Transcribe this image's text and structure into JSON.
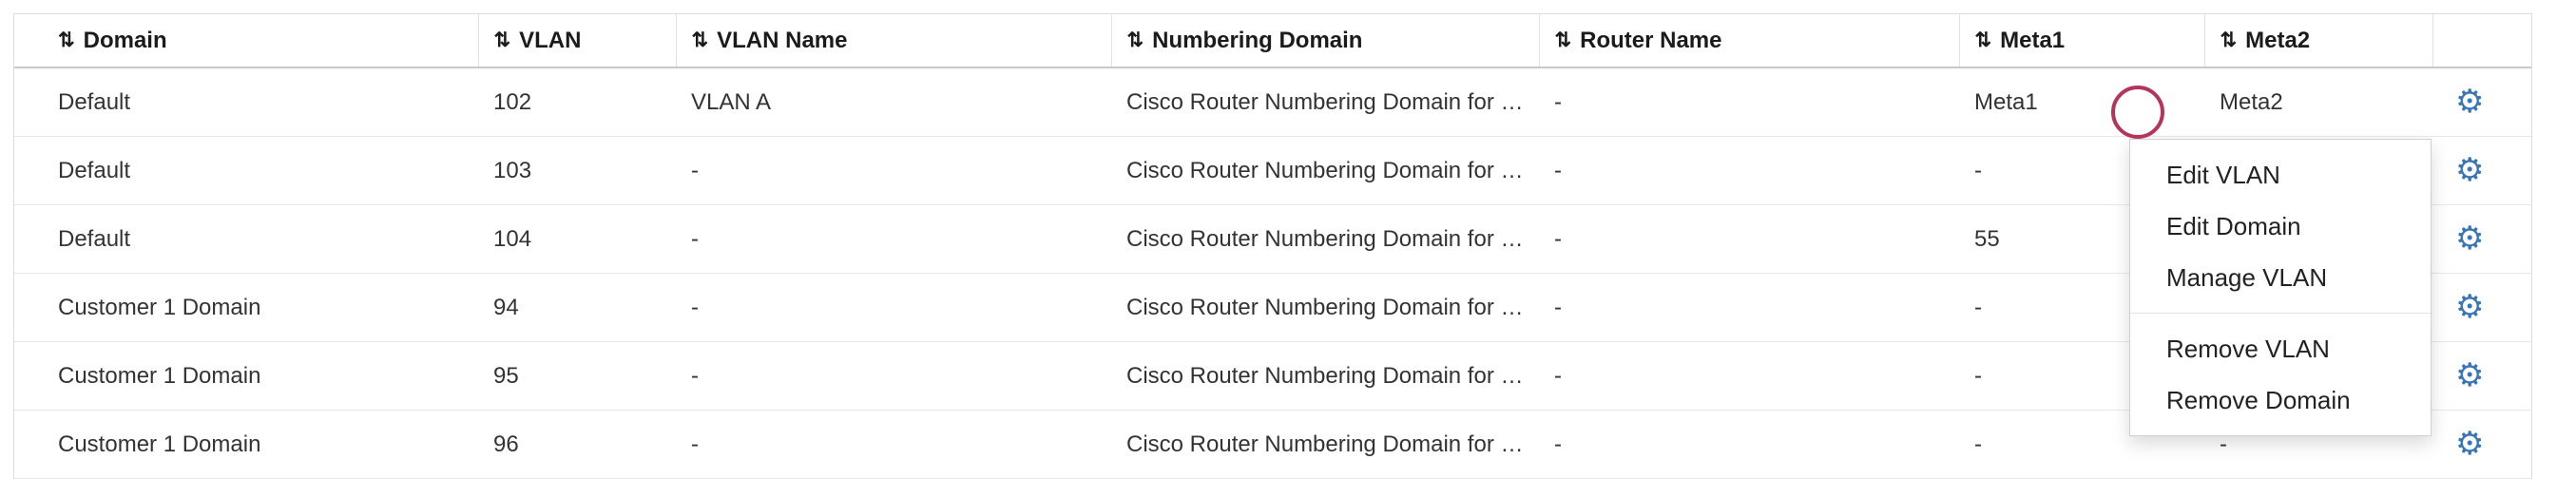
{
  "icons": {
    "sort": "⇅",
    "gear": "⚙"
  },
  "colors": {
    "accent_blue": "#3a76b5",
    "annotation_red": "#b6335b",
    "header_text": "#1b1b1b",
    "row_text": "#333333",
    "border_light": "#e8e8e8"
  },
  "table": {
    "columns": [
      {
        "label": "Domain"
      },
      {
        "label": "VLAN"
      },
      {
        "label": "VLAN Name"
      },
      {
        "label": "Numbering Domain"
      },
      {
        "label": "Router Name"
      },
      {
        "label": "Meta1"
      },
      {
        "label": "Meta2"
      },
      {
        "label": ""
      }
    ],
    "rows": [
      {
        "domain": "Default",
        "vlan": "102",
        "vlan_name": "VLAN A",
        "numbering_domain": "Cisco Router Numbering Domain for …",
        "router_name": "-",
        "meta1": "Meta1",
        "meta2": "Meta2"
      },
      {
        "domain": "Default",
        "vlan": "103",
        "vlan_name": "-",
        "numbering_domain": "Cisco Router Numbering Domain for …",
        "router_name": "-",
        "meta1": "-",
        "meta2": ""
      },
      {
        "domain": "Default",
        "vlan": "104",
        "vlan_name": "-",
        "numbering_domain": "Cisco Router Numbering Domain for …",
        "router_name": "-",
        "meta1": "55",
        "meta2": ""
      },
      {
        "domain": "Customer 1 Domain",
        "vlan": "94",
        "vlan_name": "-",
        "numbering_domain": "Cisco Router Numbering Domain for …",
        "router_name": "-",
        "meta1": "-",
        "meta2": ""
      },
      {
        "domain": "Customer 1 Domain",
        "vlan": "95",
        "vlan_name": "-",
        "numbering_domain": "Cisco Router Numbering Domain for …",
        "router_name": "-",
        "meta1": "-",
        "meta2": ""
      },
      {
        "domain": "Customer 1 Domain",
        "vlan": "96",
        "vlan_name": "-",
        "numbering_domain": "Cisco Router Numbering Domain for …",
        "router_name": "-",
        "meta1": "-",
        "meta2": "-"
      }
    ]
  },
  "context_menu": {
    "groups": [
      {
        "items": [
          "Edit VLAN",
          "Edit Domain",
          "Manage VLAN"
        ]
      },
      {
        "items": [
          "Remove VLAN",
          "Remove Domain"
        ]
      }
    ]
  }
}
